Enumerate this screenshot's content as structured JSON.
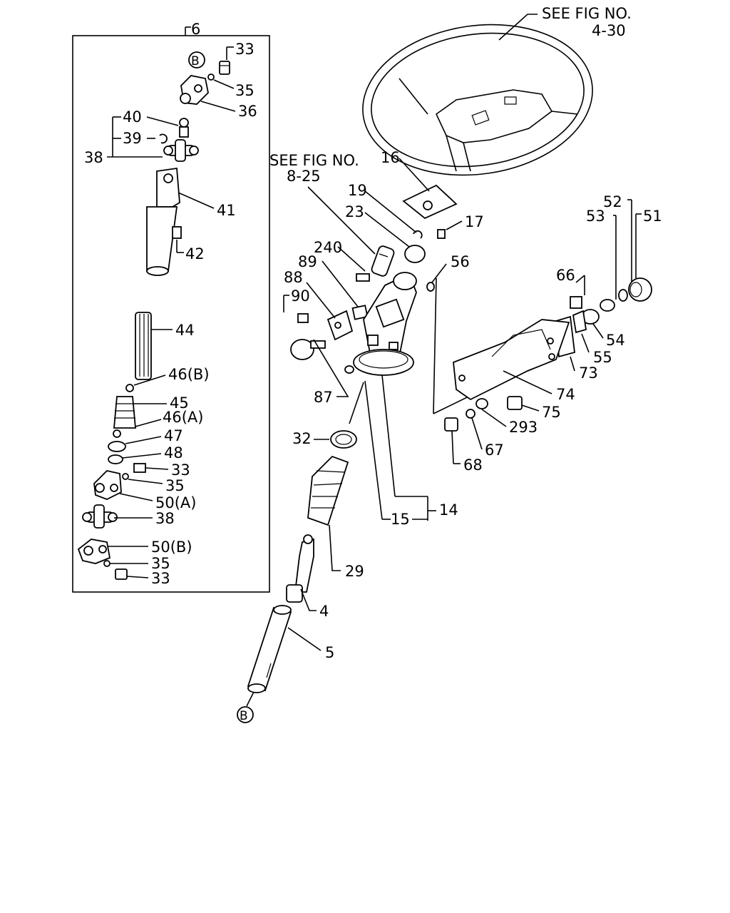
{
  "references": {
    "steering_wheel_see_fig": "SEE FIG NO.",
    "steering_wheel_fig_no": "4-30",
    "lock_see_fig": "SEE FIG NO.",
    "lock_fig_no": "8-25",
    "marker_b": "B"
  },
  "callouts": {
    "p6": "6",
    "p33_top": "33",
    "p35_top": "35",
    "p36": "36",
    "p40": "40",
    "p39": "39",
    "p38_top": "38",
    "p41": "41",
    "p42": "42",
    "p44": "44",
    "p46b": "46(B)",
    "p45": "45",
    "p46a": "46(A)",
    "p47": "47",
    "p48": "48",
    "p33_mid": "33",
    "p35_mid": "35",
    "p50a": "50(A)",
    "p38_bot": "38",
    "p50b": "50(B)",
    "p35_bot": "35",
    "p33_bot": "33",
    "p16": "16",
    "p19": "19",
    "p23": "23",
    "p17": "17",
    "p240": "240",
    "p89": "89",
    "p88": "88",
    "p90": "90",
    "p56": "56",
    "p87": "87",
    "p32": "32",
    "p29": "29",
    "p14": "14",
    "p15": "15",
    "p4": "4",
    "p5": "5",
    "p66": "66",
    "p53": "53",
    "p52": "52",
    "p51": "51",
    "p54": "54",
    "p55": "55",
    "p73": "73",
    "p74": "74",
    "p75": "75",
    "p293": "293",
    "p67": "67",
    "p68": "68"
  }
}
